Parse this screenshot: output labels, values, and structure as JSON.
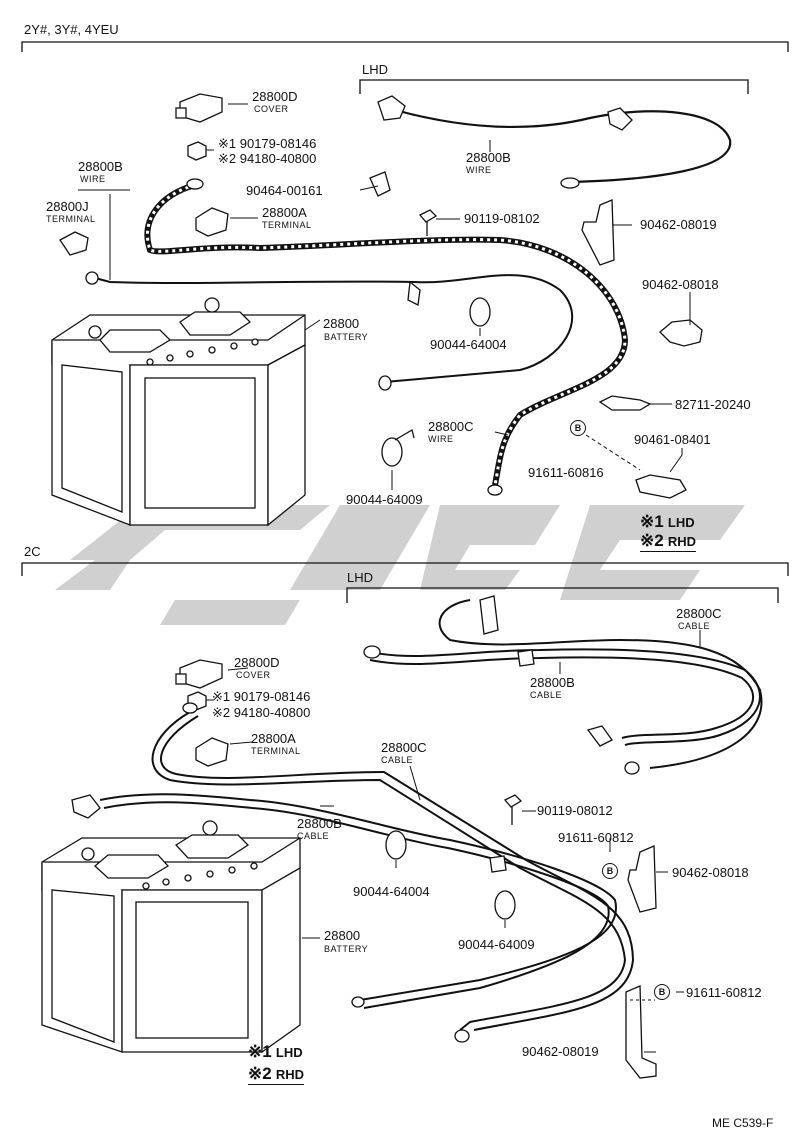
{
  "top_section": {
    "title": "2Y#, 3Y#, 4YEU",
    "lhd_label": "LHD",
    "parts": {
      "cover": {
        "num": "28800D",
        "name": "COVER"
      },
      "nut1": "※1 90179-08146",
      "nut2": "※2 94180-40800",
      "wire_b": {
        "num": "28800B",
        "name": "WIRE"
      },
      "terminal_j": {
        "num": "28800J",
        "name": "TERMINAL"
      },
      "clip_00161": "90464-00161",
      "terminal_a": {
        "num": "28800A",
        "name": "TERMINAL"
      },
      "wire_b_lhd": {
        "num": "28800B",
        "name": "WIRE"
      },
      "bolt": "90119-08102",
      "bracket_19": "90462-08019",
      "bracket_18": "90462-08018",
      "battery": {
        "num": "28800",
        "name": "BATTERY"
      },
      "clamp_04": "90044-64004",
      "bracket_827": "82711-20240",
      "wire_c": {
        "num": "28800C",
        "name": "WIRE"
      },
      "bracket_401": "90461-08401",
      "bolt_b": "91611-60816",
      "clamp_09": "90044-64009",
      "b_mark": "B"
    },
    "notes": [
      {
        "mark": "※1",
        "text": "LHD"
      },
      {
        "mark": "※2",
        "text": "RHD"
      }
    ]
  },
  "bottom_section": {
    "title": "2C",
    "lhd_label": "LHD",
    "parts": {
      "cable_c_lhd": {
        "num": "28800C",
        "name": "CABLE"
      },
      "cable_b_lhd": {
        "num": "28800B",
        "name": "CABLE"
      },
      "cover": {
        "num": "28800D",
        "name": "COVER"
      },
      "nut1": "※1 90179-08146",
      "nut2": "※2 94180-40800",
      "terminal_a": {
        "num": "28800A",
        "name": "TERMINAL"
      },
      "cable_c": {
        "num": "28800C",
        "name": "CABLE"
      },
      "cable_b": {
        "num": "28800B",
        "name": "CABLE"
      },
      "bolt": "90119-08012",
      "bolt_b1": "91611-60812",
      "bracket_18": "90462-08018",
      "clamp_04": "90044-64004",
      "clamp_09": "90044-64009",
      "battery": {
        "num": "28800",
        "name": "BATTERY"
      },
      "bolt_b2": "91611-60812",
      "bracket_19": "90462-08019",
      "b_mark": "B"
    },
    "notes": [
      {
        "mark": "※1",
        "text": "LHD"
      },
      {
        "mark": "※2",
        "text": "RHD"
      }
    ]
  },
  "figure_code": "ME C539-F",
  "colors": {
    "line": "#111111",
    "watermark": "#c8c8c8"
  }
}
